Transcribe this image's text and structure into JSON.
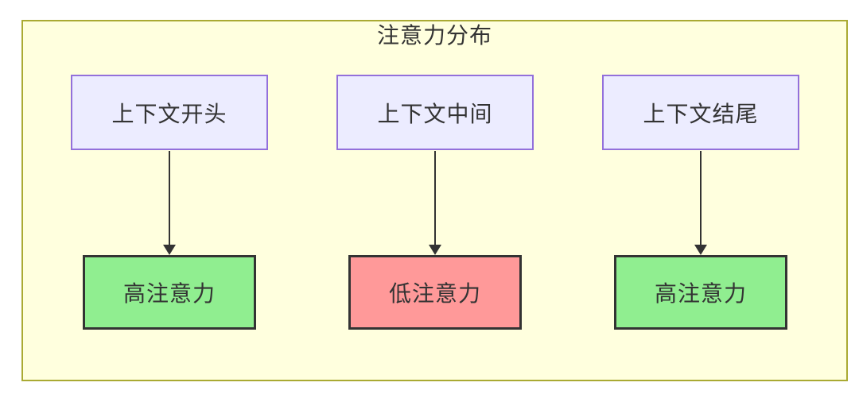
{
  "diagram": {
    "title": "注意力分布",
    "nodes": {
      "sources": [
        {
          "label": "上下文开头"
        },
        {
          "label": "上下文中间"
        },
        {
          "label": "上下文结尾"
        }
      ],
      "targets": [
        {
          "label": "高注意力",
          "level": "high"
        },
        {
          "label": "低注意力",
          "level": "low"
        },
        {
          "label": "高注意力",
          "level": "high"
        }
      ]
    },
    "edges": [
      {
        "from": "上下文开头",
        "to": "高注意力"
      },
      {
        "from": "上下文中间",
        "to": "低注意力"
      },
      {
        "from": "上下文结尾",
        "to": "高注意力"
      }
    ],
    "colors": {
      "container_fill": "#ffffde",
      "container_border": "#aaaa33",
      "source_fill": "#ececff",
      "source_border": "#9370db",
      "high_attention_fill": "#90ee90",
      "low_attention_fill": "#ff9999",
      "target_border": "#333333",
      "arrow": "#333333",
      "text": "#333333"
    }
  }
}
